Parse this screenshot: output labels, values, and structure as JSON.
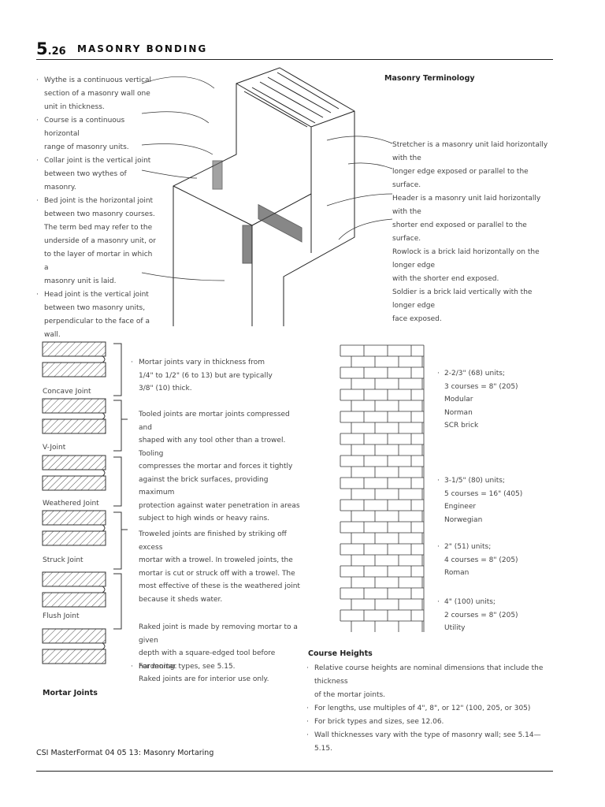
{
  "header": {
    "page_major": "5",
    "page_minor": ".26",
    "title": "MASONRY BONDING"
  },
  "terminology": {
    "title": "Masonry Terminology",
    "left_items": [
      [
        "Wythe is a continuous vertical",
        "section of a masonry wall one",
        "unit in thickness."
      ],
      [
        "Course is a continuous horizontal",
        "range of masonry units."
      ],
      [
        "Collar joint is the vertical joint",
        "between two wythes of masonry."
      ],
      [
        "Bed joint is the horizontal joint",
        "between two masonry courses.",
        "The term bed may refer to the",
        "underside of a masonry unit, or",
        "to the layer of mortar in which a",
        "masonry unit is laid."
      ],
      [
        "Head joint is the vertical joint",
        "between two masonry units,",
        "perpendicular to the face of a wall."
      ]
    ],
    "right_items": [
      [
        "Stretcher is a masonry unit laid horizontally with the",
        "longer edge exposed or parallel to the surface."
      ],
      [
        "Header is a masonry unit laid horizontally with the",
        "shorter end exposed or parallel to the surface."
      ],
      [
        "Rowlock is a brick laid horizontally on the longer edge",
        "with the shorter end exposed."
      ],
      [
        "Soldier is a brick laid vertically with the longer edge",
        "face exposed."
      ]
    ]
  },
  "mortar_joints": {
    "title": "Mortar Joints",
    "labels": [
      "Concave Joint",
      "V-Joint",
      "Weathered Joint",
      "Struck Joint",
      "Flush Joint"
    ],
    "thickness_note": [
      "Mortar joints vary in thickness from",
      "1/4\" to 1/2\" (6 to 13) but are typically",
      "3/8\" (10) thick."
    ],
    "tooled_note": [
      "Tooled joints are mortar joints compressed and",
      "shaped with any tool other than a trowel. Tooling",
      "compresses the mortar and forces it tightly",
      "against the brick surfaces, providing maximum",
      "protection against water penetration in areas",
      "subject to high winds or heavy rains."
    ],
    "troweled_note": [
      "Troweled joints are finished by striking off excess",
      "mortar with a trowel. In troweled joints, the",
      "mortar is cut or struck off with a trowel. The",
      "most effective of these is the weathered joint",
      "because it sheds water."
    ],
    "raked_note": [
      "Raked joint is made by removing mortar to a given",
      "depth with a square-edged tool before hardening.",
      "Raked joints are for interior use only."
    ],
    "types_note": "For mortar types, see 5.15."
  },
  "course_heights": {
    "title": "Course Heights",
    "groups": [
      {
        "lines": [
          "2-2/3\" (68) units;",
          "3 courses = 8\" (205)"
        ],
        "types": [
          "Modular",
          "Norman",
          "SCR brick"
        ]
      },
      {
        "lines": [
          "3-1/5\" (80) units;",
          "5 courses = 16\" (405)"
        ],
        "types": [
          "Engineer",
          "Norwegian"
        ]
      },
      {
        "lines": [
          "2\" (51) units;",
          "4 courses = 8\" (205)"
        ],
        "types": [
          "Roman"
        ]
      },
      {
        "lines": [
          "4\" (100) units;",
          "2 courses = 8\" (205)"
        ],
        "types": [
          "Utility"
        ]
      }
    ],
    "notes": [
      [
        "Relative course heights are nominal dimensions that include the thickness",
        "of the mortar joints."
      ],
      [
        "For lengths, use multiples of 4\", 8\", or 12\" (100, 205, or 305)"
      ],
      [
        "For brick types and sizes, see 12.06."
      ],
      [
        "Wall thicknesses vary with the type of masonry wall; see 5.14—5.15."
      ]
    ]
  },
  "footer": {
    "text": "CSI MasterFormat 04 05 13: Masonry Mortaring"
  }
}
